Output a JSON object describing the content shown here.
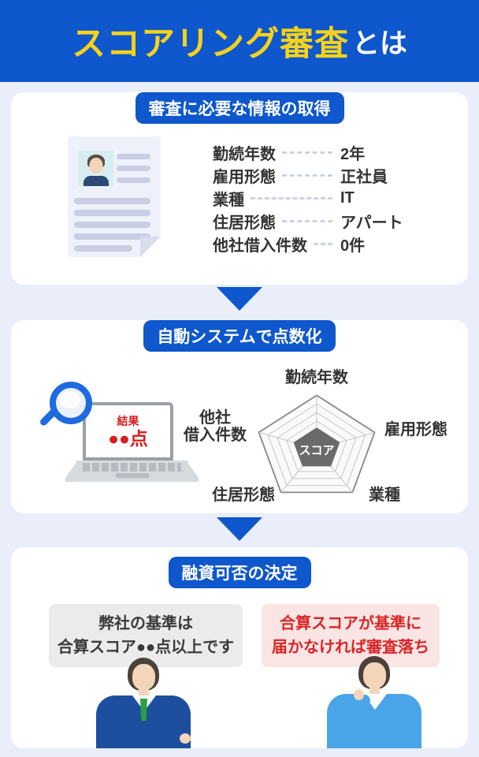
{
  "colors": {
    "accent_blue": "#0e57cc",
    "title_yellow": "#f7d21c",
    "alert_red": "#d92525",
    "page_bg": "#e9eefa"
  },
  "header": {
    "title_highlight": "スコアリング審査",
    "title_suffix": "とは"
  },
  "steps": [
    {
      "badge": "審査に必要な情報の取得",
      "fields": [
        {
          "label": "勤続年数",
          "value": "2年"
        },
        {
          "label": "雇用形態",
          "value": "正社員"
        },
        {
          "label": "業種",
          "value": "IT"
        },
        {
          "label": "住居形態",
          "value": "アパート"
        },
        {
          "label": "他社借入件数",
          "value": "0件"
        }
      ]
    },
    {
      "badge": "自動システムで点数化",
      "laptop": {
        "result_label": "結果",
        "score_text": "●●点"
      },
      "radar": {
        "center_label": "スコア",
        "axis_top": "勤続年数",
        "axis_right": "雇用形態",
        "axis_bottom_right": "業種",
        "axis_bottom_left": "住居形態",
        "axis_left_line1": "他社",
        "axis_left_line2": "借入件数"
      }
    },
    {
      "badge": "融資可否の決定",
      "approve_box": {
        "line1": "弊社の基準は",
        "line2": "合算スコア●●点以上です"
      },
      "reject_box": {
        "line1": "合算スコアが基準に",
        "line2": "届かなければ審査落ち"
      }
    }
  ]
}
